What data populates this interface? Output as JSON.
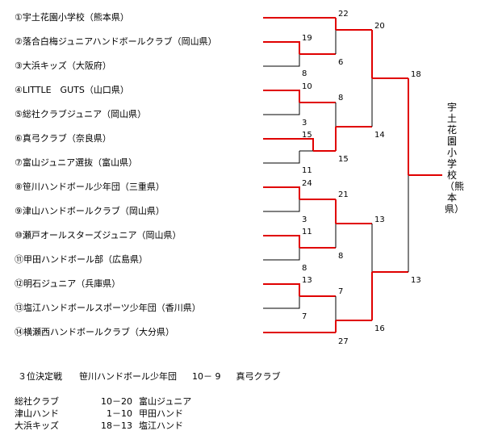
{
  "teams": [
    "①宇土花園小学校（熊本県）",
    "②落合白梅ジュニアハンドボールクラブ（岡山県）",
    "③大浜キッズ（大阪府）",
    "④LITTLE　GUTS（山口県）",
    "⑤総社クラブジュニア（岡山県）",
    "⑥真弓クラブ（奈良県）",
    "⑦富山ジュニア選抜（富山県）",
    "⑧笹川ハンドボール少年団（三重県）",
    "⑨津山ハンドボールクラブ（岡山県）",
    "⑩瀬戸オールスターズジュニア（岡山県）",
    "⑪甲田ハンドボール部（広島県）",
    "⑫明石ジュニア（兵庫県）",
    "⑬塩江ハンドボールスポーツ少年団（香川県）",
    "⑭横瀬西ハンドボールクラブ（大分県）"
  ],
  "scores": {
    "r1": [
      "19",
      "8",
      "10",
      "3",
      "15",
      "11",
      "24",
      "3",
      "11",
      "8",
      "13",
      "7"
    ],
    "r2": [
      "22",
      "6",
      "8",
      "15",
      "21",
      "8",
      "7",
      "27"
    ],
    "r3": [
      "20",
      "14",
      "13",
      "16"
    ],
    "final": [
      "18",
      "13"
    ]
  },
  "champion": "宇土花園小学校（熊本県）",
  "third_place": {
    "label": "３位決定戦",
    "team_a": "笹川ハンドボール少年団",
    "score": "10－ 9",
    "team_b": "真弓クラブ"
  },
  "placement_matches": [
    {
      "team_a": "総社クラブ",
      "score": "10－20",
      "team_b": "富山ジュニア"
    },
    {
      "team_a": "津山ハンド",
      "score": "1－10",
      "team_b": "甲田ハンド"
    },
    {
      "team_a": "大浜キッズ",
      "score": "18－13",
      "team_b": "塩江ハンド"
    }
  ]
}
